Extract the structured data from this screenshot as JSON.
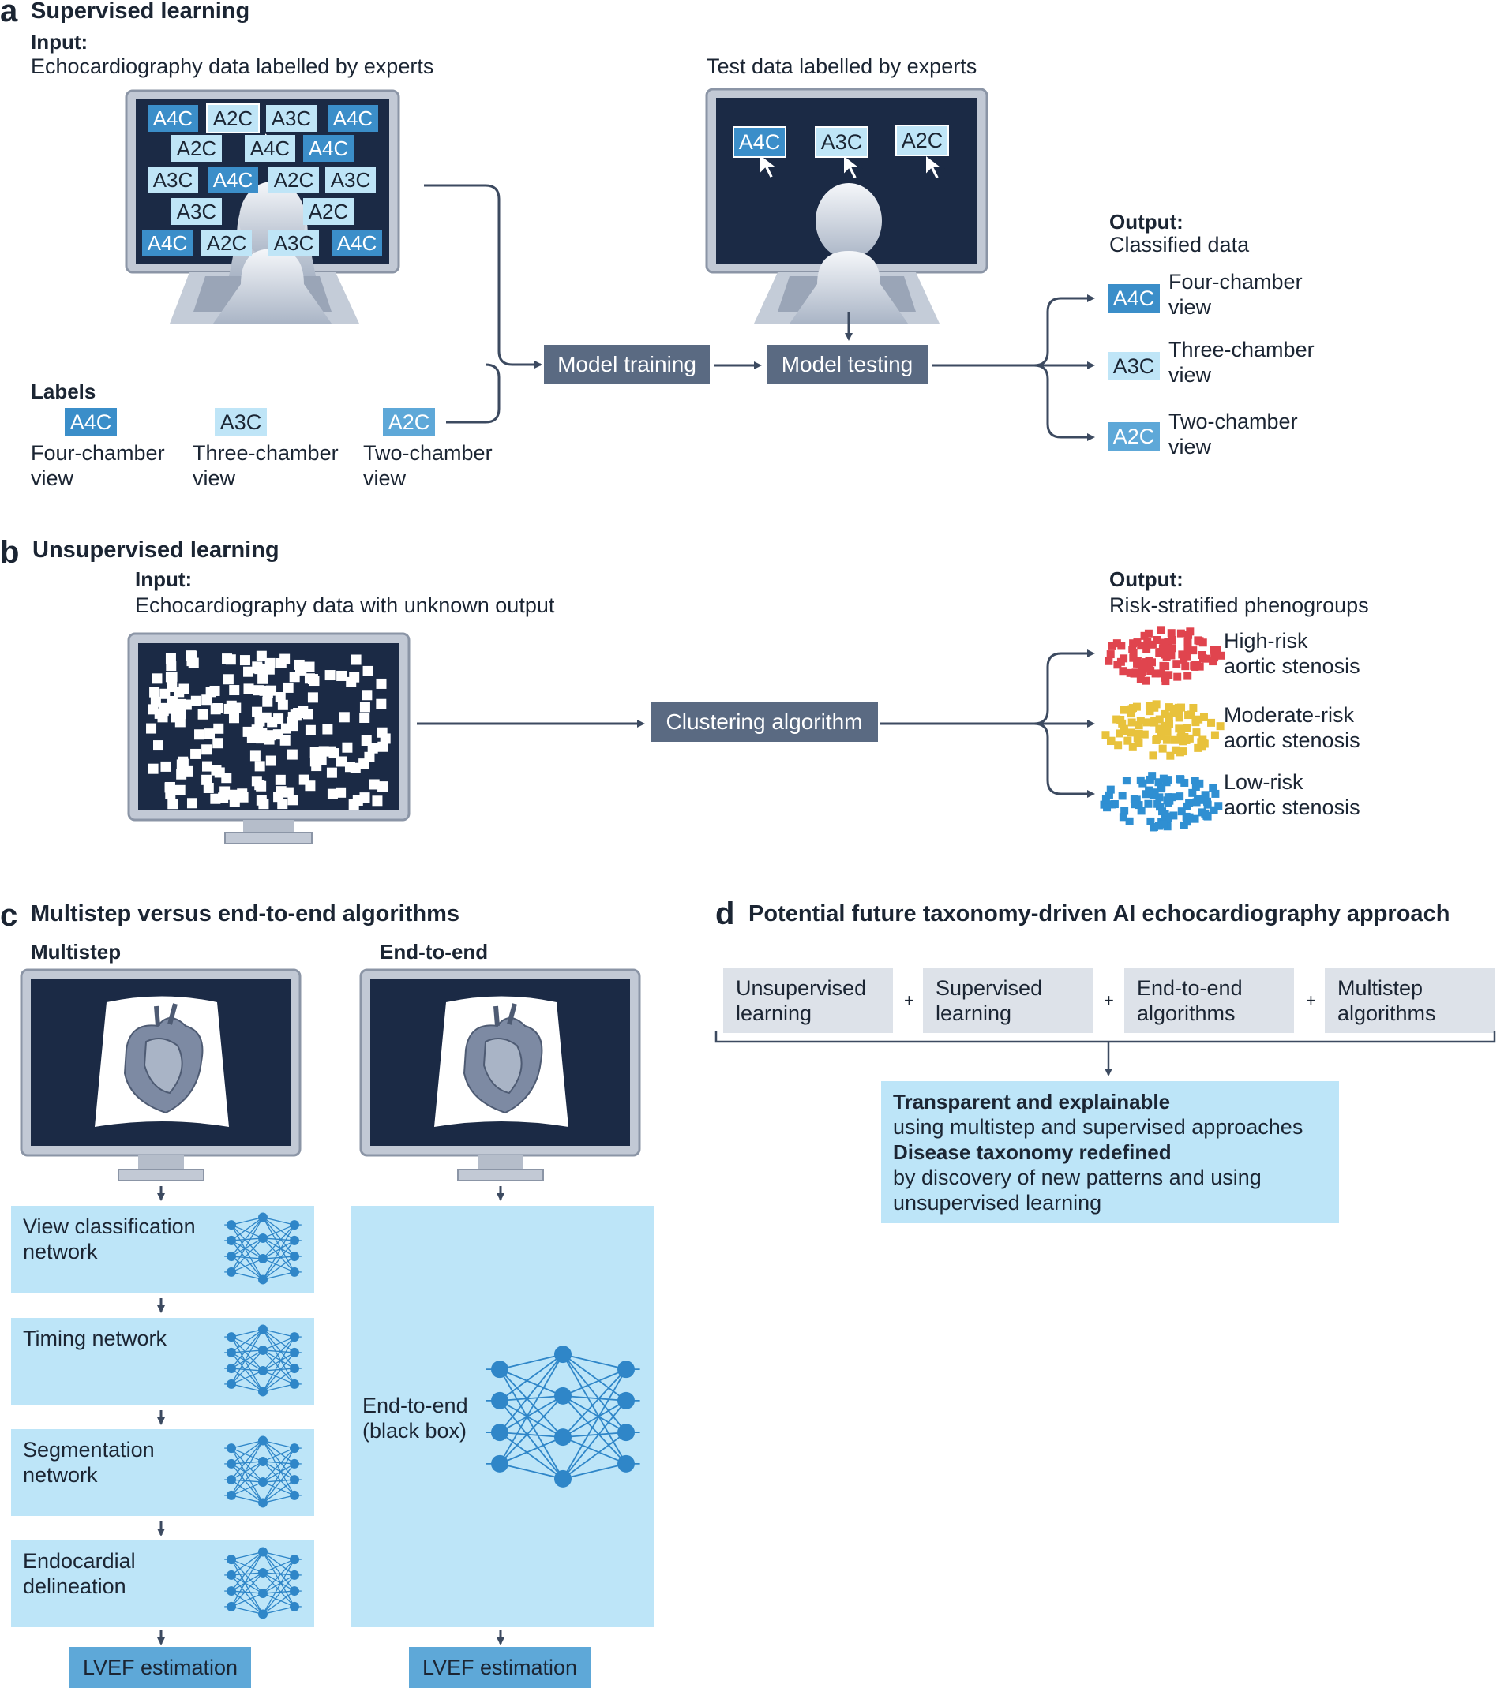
{
  "panel_a": {
    "letter": "a",
    "title": "Supervised learning",
    "input_label": "Input:",
    "input_text": "Echocardiography data labelled by experts",
    "test_text": "Test data labelled by experts",
    "screen_tags": [
      "A4C",
      "A2C",
      "A3C",
      "A4C",
      "A2C",
      "A4C",
      "A4C",
      "A3C",
      "A4C",
      "A2C",
      "A3C",
      "A3C",
      "A2C",
      "A4C",
      "A2C",
      "A3C",
      "A4C"
    ],
    "test_tags": [
      "A4C",
      "A3C",
      "A2C"
    ],
    "labels_heading": "Labels",
    "labels": [
      {
        "tag": "A4C",
        "line1": "Four-chamber",
        "line2": "view"
      },
      {
        "tag": "A3C",
        "line1": "Three-chamber",
        "line2": "view"
      },
      {
        "tag": "A2C",
        "line1": "Two-chamber",
        "line2": "view"
      }
    ],
    "model_training": "Model training",
    "model_testing": "Model testing",
    "output_label": "Output:",
    "output_text": "Classified data",
    "outputs": [
      {
        "tag": "A4C",
        "line1": "Four-chamber",
        "line2": "view"
      },
      {
        "tag": "A3C",
        "line1": "Three-chamber",
        "line2": "view"
      },
      {
        "tag": "A2C",
        "line1": "Two-chamber",
        "line2": "view"
      }
    ]
  },
  "panel_b": {
    "letter": "b",
    "title": "Unsupervised learning",
    "input_label": "Input:",
    "input_text": "Echocardiography data with unknown output",
    "algorithm": "Clustering algorithm",
    "output_label": "Output:",
    "output_text": "Risk-stratified phenogroups",
    "groups": [
      {
        "line1": "High-risk",
        "line2": "aortic stenosis",
        "color": "#e0444e"
      },
      {
        "line1": "Moderate-risk",
        "line2": "aortic stenosis",
        "color": "#e8c23c"
      },
      {
        "line1": "Low-risk",
        "line2": "aortic stenosis",
        "color": "#2f8fd2"
      }
    ]
  },
  "panel_c": {
    "letter": "c",
    "title": "Multistep versus end-to-end algorithms",
    "multistep_label": "Multistep",
    "end_to_end_label": "End-to-end",
    "steps": [
      {
        "line1": "View classification",
        "line2": "network"
      },
      {
        "line1": "Timing network",
        "line2": ""
      },
      {
        "line1": "Segmentation",
        "line2": "network"
      },
      {
        "line1": "Endocardial",
        "line2": "delineation"
      }
    ],
    "black_box_line1": "End-to-end",
    "black_box_line2": "(black box)",
    "lvef_left": "LVEF estimation",
    "lvef_right": "LVEF estimation"
  },
  "panel_d": {
    "letter": "d",
    "title": "Potential future taxonomy-driven AI echocardiography approach",
    "items": [
      {
        "line1": "Unsupervised",
        "line2": "learning"
      },
      {
        "line1": "Supervised",
        "line2": "learning"
      },
      {
        "line1": "End-to-end",
        "line2": "algorithms"
      },
      {
        "line1": "Multistep",
        "line2": "algorithms"
      }
    ],
    "plus": "+",
    "result_bold1": "Transparent and explainable",
    "result_text1": "using multistep and supervised approaches",
    "result_bold2": "Disease taxonomy redefined",
    "result_text2a": "by discovery of new patterns and using",
    "result_text2b": "unsupervised learning"
  },
  "colors": {
    "dark_navy": "#1b2a45",
    "slate": "#5a6a82",
    "light_blue": "#bde5f8",
    "mid_blue": "#3b8ec9",
    "gray_box": "#dde2e9"
  }
}
